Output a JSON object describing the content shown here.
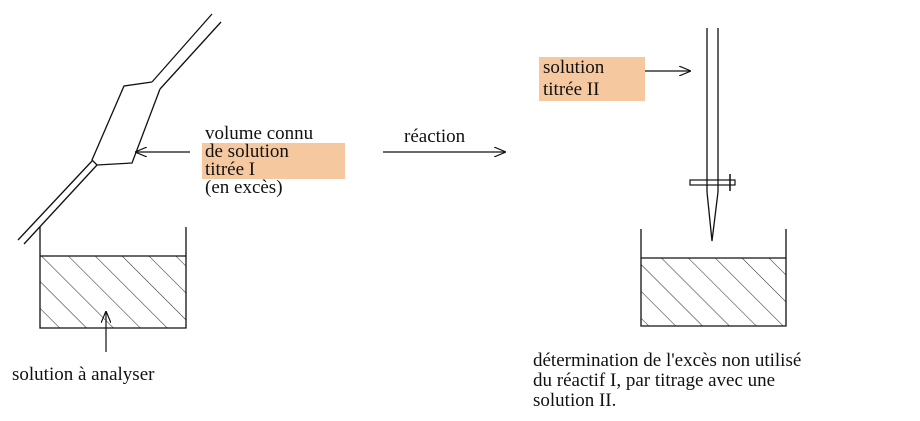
{
  "diagram": {
    "left": {
      "pipette_label": {
        "line1": "volume connu",
        "line2": "de solution",
        "line3": "titrée I",
        "line4": "(en excès)"
      },
      "beaker_label": "solution à analyser"
    },
    "arrow_label": "réaction",
    "right": {
      "burette_label": {
        "line1": "solution",
        "line2": "titrée II"
      },
      "caption": {
        "line1": "détermination de l'excès non utilisé",
        "line2": "du réactif I, par titrage avec une",
        "line3": "solution II."
      }
    }
  },
  "colors": {
    "highlight": "#f6c8a0",
    "ink": "#111111"
  }
}
